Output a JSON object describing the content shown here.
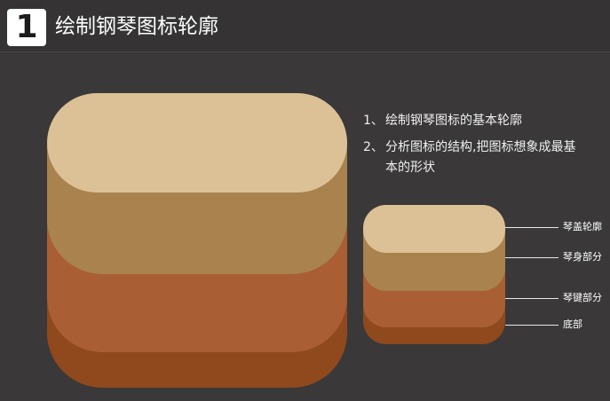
{
  "header": {
    "step_number": "1",
    "title": "绘制钢琴图标轮廓"
  },
  "notes": [
    {
      "num": "1、",
      "text": "绘制钢琴图标的基本轮廓"
    },
    {
      "num": "2、",
      "text": "分析图标的结构,把图标想象成最基",
      "text_cont": "本的形状"
    }
  ],
  "labels": {
    "lid": "琴盖轮廓",
    "body": "琴身部分",
    "keys": "琴键部分",
    "base": "底部"
  },
  "colors": {
    "background": "#3a3838",
    "lid": "#dcc196",
    "body": "#a9824e",
    "keys": "#a95e33",
    "base": "#8f491d"
  }
}
